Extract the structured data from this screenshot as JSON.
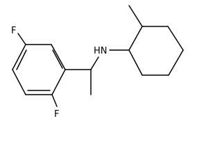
{
  "structure": {
    "atom_labels": {
      "fluorine_top": "F",
      "fluorine_bottom": "F",
      "amine": "HN"
    },
    "colors": {
      "line": "#000000",
      "background": "#ffffff"
    }
  }
}
